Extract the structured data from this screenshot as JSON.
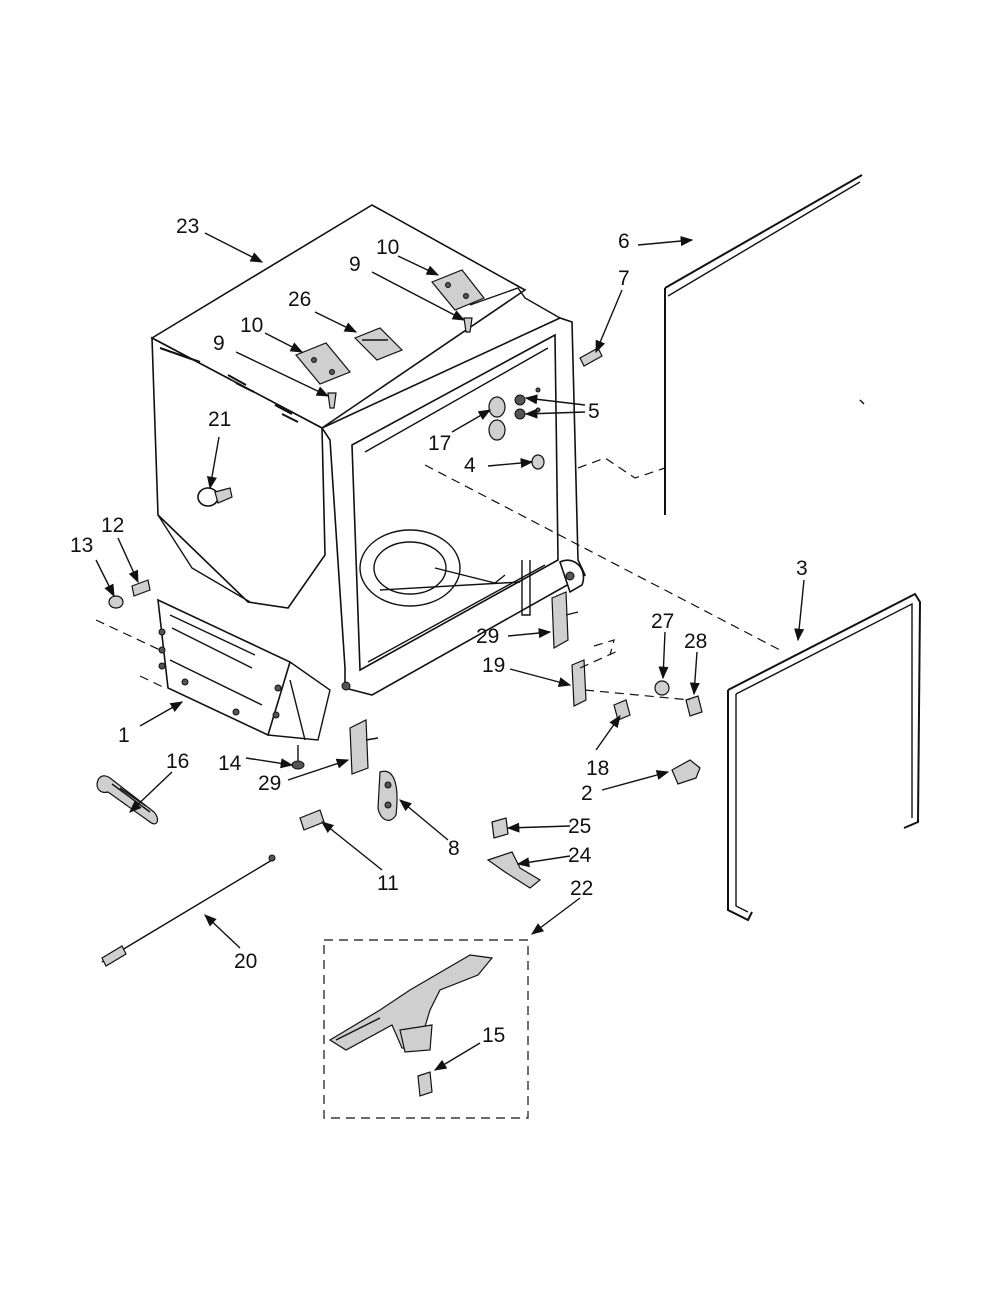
{
  "callouts": [
    {
      "id": "c23",
      "text": "23"
    },
    {
      "id": "c10a",
      "text": "10"
    },
    {
      "id": "c9a",
      "text": "9"
    },
    {
      "id": "c26",
      "text": "26"
    },
    {
      "id": "c10b",
      "text": "10"
    },
    {
      "id": "c9b",
      "text": "9"
    },
    {
      "id": "c21",
      "text": "21"
    },
    {
      "id": "c6",
      "text": "6"
    },
    {
      "id": "c7",
      "text": "7"
    },
    {
      "id": "c5",
      "text": "5"
    },
    {
      "id": "c17",
      "text": "17"
    },
    {
      "id": "c4",
      "text": "4"
    },
    {
      "id": "c12",
      "text": "12"
    },
    {
      "id": "c13",
      "text": "13"
    },
    {
      "id": "c3",
      "text": "3"
    },
    {
      "id": "c29a",
      "text": "29"
    },
    {
      "id": "c27",
      "text": "27"
    },
    {
      "id": "c28",
      "text": "28"
    },
    {
      "id": "c19",
      "text": "19"
    },
    {
      "id": "c1",
      "text": "1"
    },
    {
      "id": "c16",
      "text": "16"
    },
    {
      "id": "c14",
      "text": "14"
    },
    {
      "id": "c29b",
      "text": "29"
    },
    {
      "id": "c18",
      "text": "18"
    },
    {
      "id": "c2",
      "text": "2"
    },
    {
      "id": "c25",
      "text": "25"
    },
    {
      "id": "c8",
      "text": "8"
    },
    {
      "id": "c11",
      "text": "11"
    },
    {
      "id": "c24",
      "text": "24"
    },
    {
      "id": "c22",
      "text": "22"
    },
    {
      "id": "c20",
      "text": "20"
    },
    {
      "id": "c15",
      "text": "15"
    }
  ]
}
